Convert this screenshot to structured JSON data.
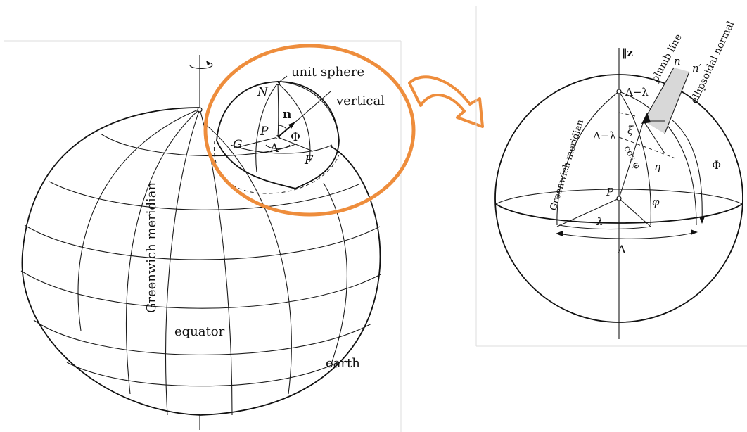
{
  "colors": {
    "callout": "#ee8d3c",
    "line": "#1a1a1a",
    "frame": "#dddddd",
    "shade": "#d8d8d8"
  },
  "left": {
    "unit_sphere": "unit sphere",
    "vertical": "vertical",
    "N": "N",
    "P": "P",
    "G": "G",
    "F": "F",
    "n": "n",
    "Phi": "Φ",
    "Lambda": "Λ",
    "greenwich": "Greenwich meridian",
    "equator": "equator",
    "earth": "earth"
  },
  "right": {
    "z_axis": "‖z",
    "plumb_line": "plumb line",
    "ellipsoidal_normal": "ellipsoidal normal",
    "n": "n",
    "n_prime": "n′",
    "lambda_diff_top": "Λ−λ",
    "lambda_diff_mid": "Λ−λ",
    "xi": "ξ",
    "cos_phi": "cos φ",
    "eta": "η",
    "Phi": "Φ",
    "phi": "φ",
    "P": "P",
    "lambda": "λ",
    "Lambda": "Λ",
    "greenwich": "Greenwich meridian"
  }
}
